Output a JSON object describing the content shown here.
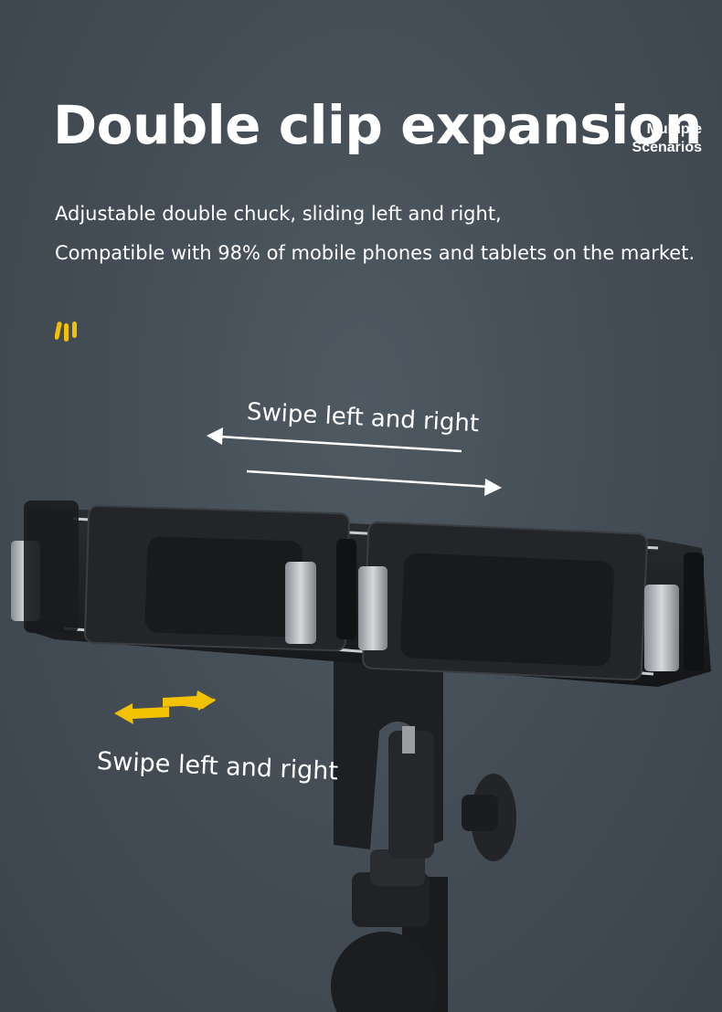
{
  "headline": "Double clip expansion",
  "badge": {
    "line1": "Multiple",
    "line2": "Scenarios"
  },
  "description": {
    "line1": "Adjustable double chuck, sliding left and right,",
    "line2": "Compatible with 98% of mobile phones and tablets on the market."
  },
  "annotations": {
    "top": "Swipe left and right",
    "side": "Swipe left and right"
  },
  "colors": {
    "background": "#434c54",
    "accent": "#f2c200",
    "text": "#ffffff",
    "device": "#1c1e21"
  }
}
